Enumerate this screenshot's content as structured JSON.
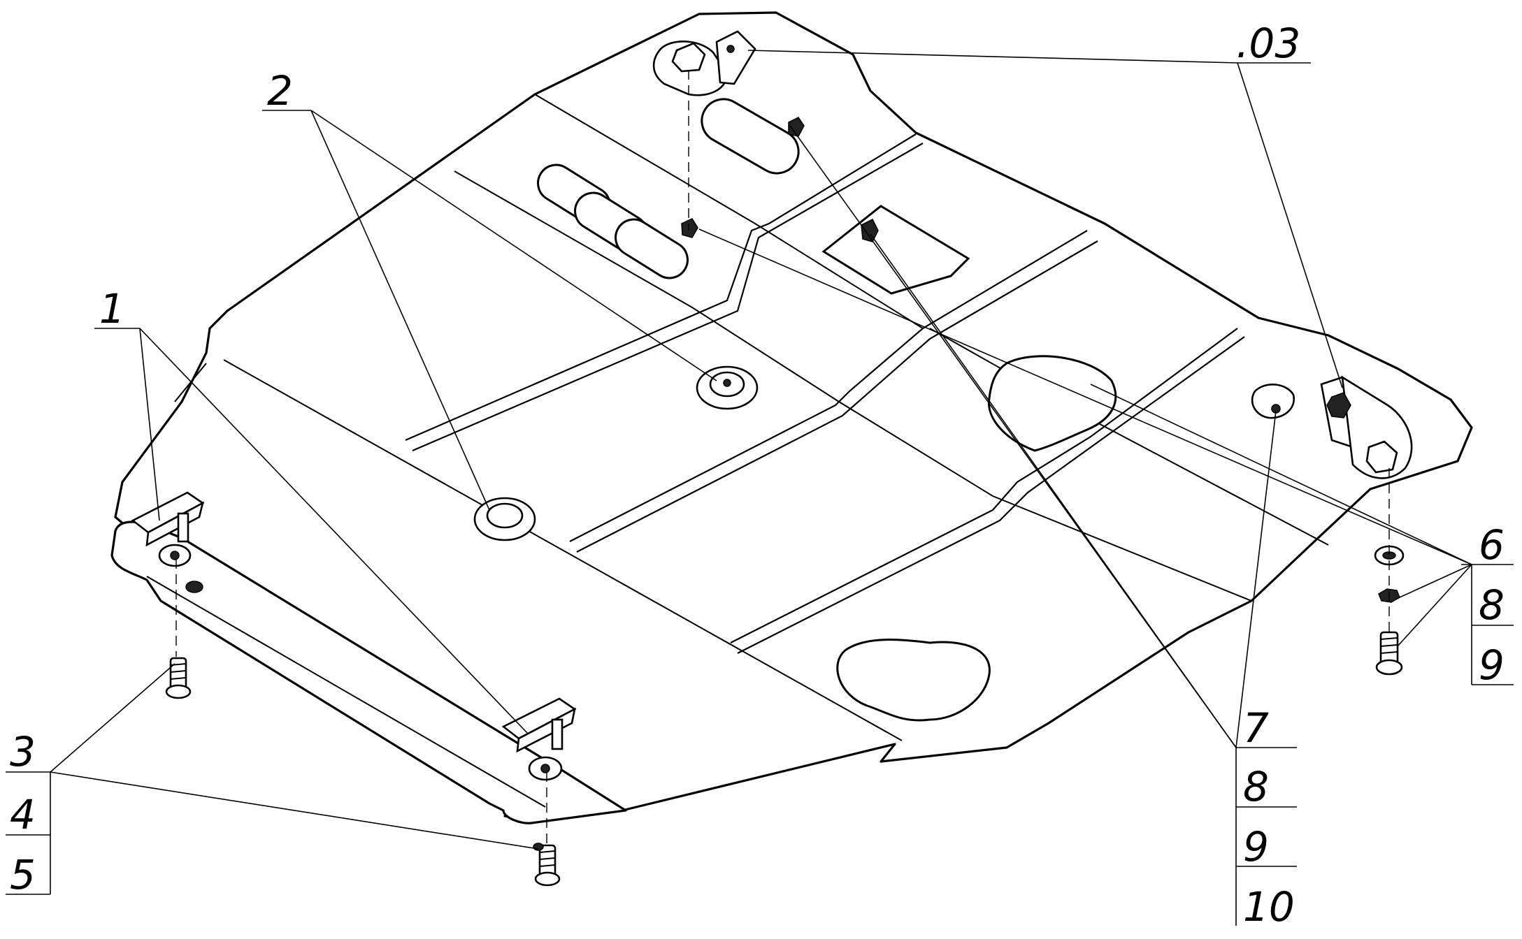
{
  "callouts": {
    "c1": "1",
    "c2": "2",
    "c03": ".03",
    "c3": "3",
    "c4": "4",
    "c5": "5",
    "c6": "6",
    "c8a": "8",
    "c9a": "9",
    "c7": "7",
    "c8b": "8",
    "c9b": "9",
    "c10": "10"
  }
}
